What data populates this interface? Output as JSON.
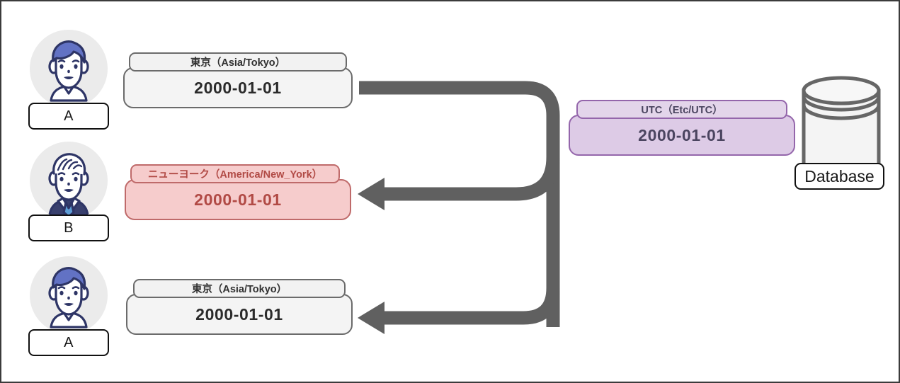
{
  "diagram": {
    "title_text": "",
    "colors": {
      "arrow": "#606060",
      "grey_fill": "#f4f4f4",
      "grey_border": "#6b6b6b",
      "red_fill": "#f6cccc",
      "red_border": "#bf6a6a",
      "red_text": "#b14a45",
      "purple_fill": "#ddcbe6",
      "purple_border": "#9466ab",
      "purple_text": "#4b4560",
      "page_border": "#3b3b3b",
      "avatar_bg": "#ebebeb"
    }
  },
  "users": [
    {
      "name": "A",
      "avatar": "avatar-young-blue-hair-icon"
    },
    {
      "name": "B",
      "avatar": "avatar-senior-suit-icon"
    },
    {
      "name": "A",
      "avatar": "avatar-young-blue-hair-icon"
    }
  ],
  "cards": [
    {
      "zone_label": "東京（Asia/Tokyo）",
      "value": "2000-01-01",
      "variant": "grey"
    },
    {
      "zone_label": "ニューヨーク（America/New_York）",
      "value": "2000-01-01",
      "variant": "red"
    },
    {
      "zone_label": "東京（Asia/Tokyo）",
      "value": "2000-01-01",
      "variant": "grey"
    }
  ],
  "server_card": {
    "zone_label": "UTC（Etc/UTC）",
    "value": "2000-01-01",
    "variant": "purple"
  },
  "database": {
    "label": "Database",
    "icon": "database-cylinder-icon"
  },
  "arrows": [
    {
      "name": "arrow-user-a-to-database",
      "from": "user-a-card",
      "to": "database",
      "direction": "right"
    },
    {
      "name": "arrow-database-to-user-b",
      "from": "database",
      "to": "user-b-card",
      "direction": "left"
    },
    {
      "name": "arrow-database-to-user-a2",
      "from": "database",
      "to": "user-a2-card",
      "direction": "left"
    }
  ]
}
